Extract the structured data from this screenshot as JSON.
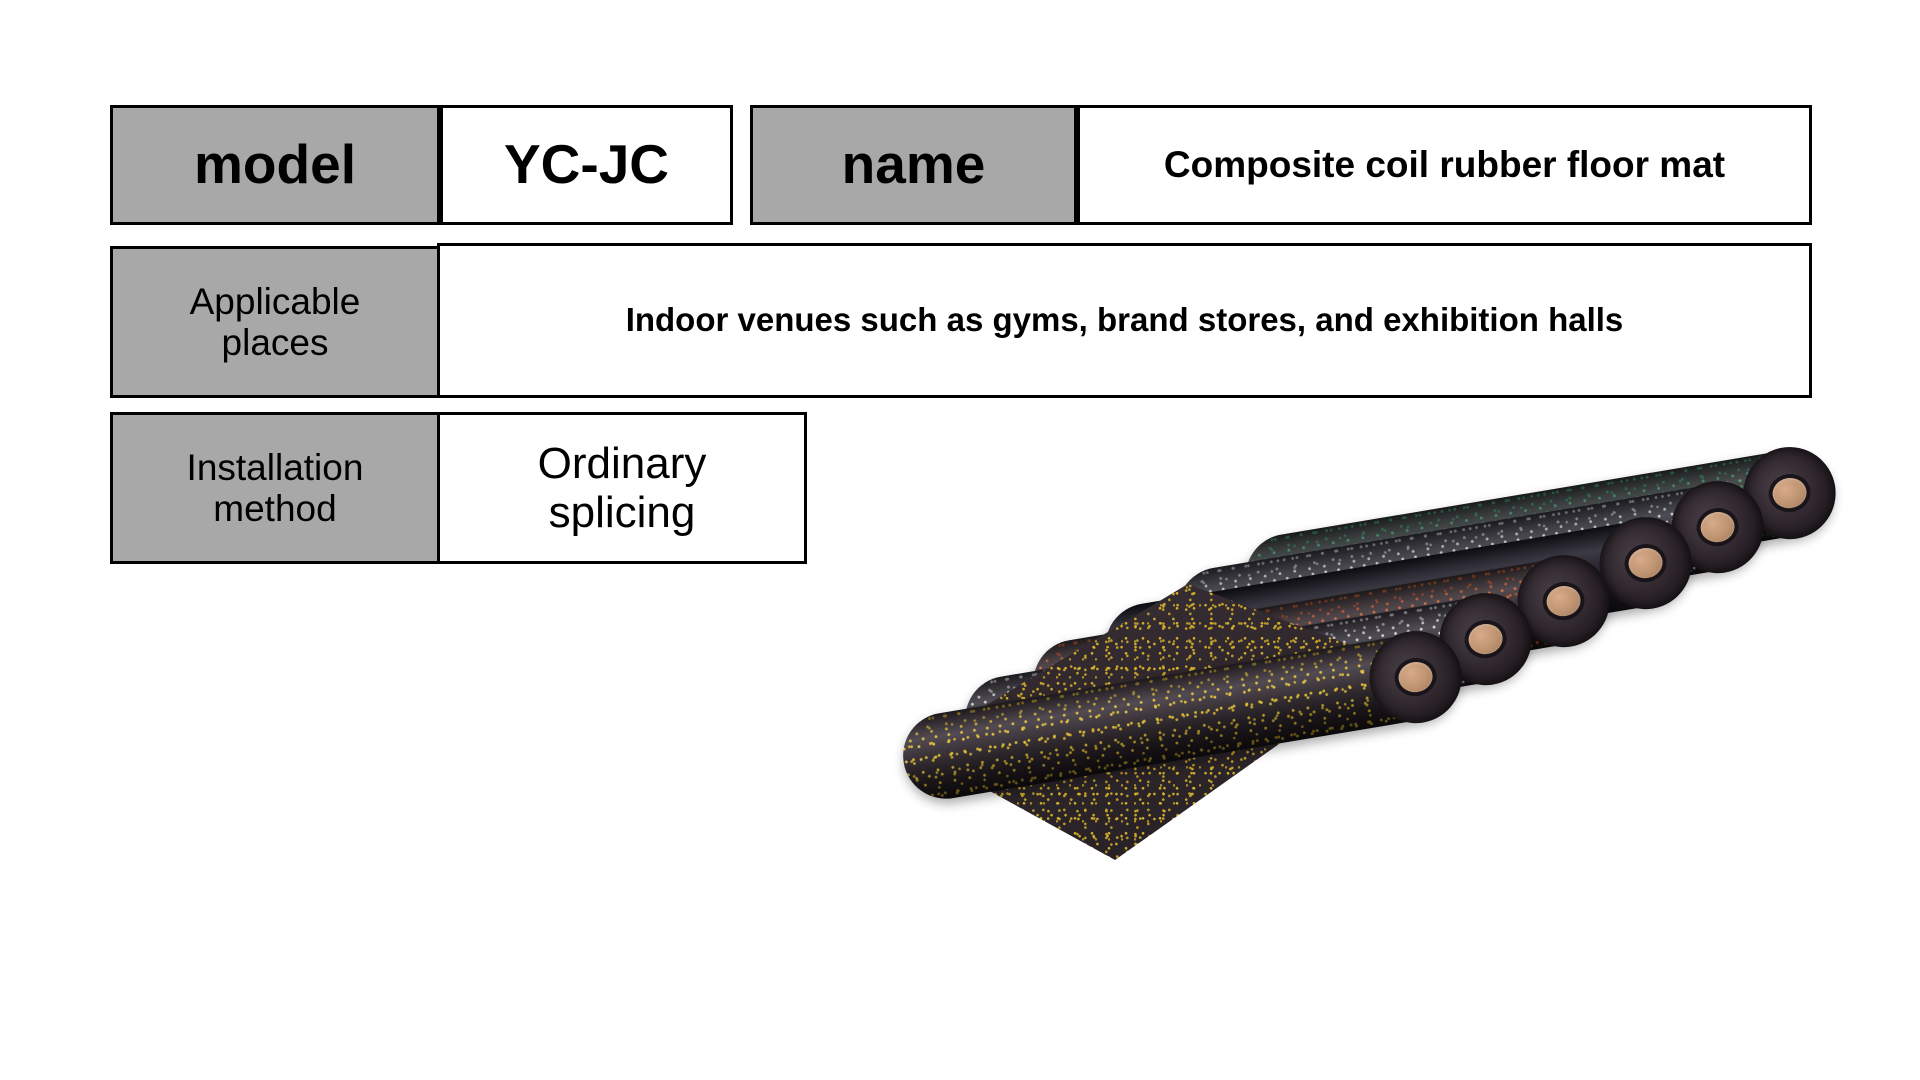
{
  "spec_table": {
    "rows": [
      {
        "id": "row-model-name",
        "cells": [
          {
            "id": "model-label",
            "kind": "label",
            "text": "model"
          },
          {
            "id": "model-value",
            "kind": "value",
            "text": "YC-JC"
          },
          {
            "id": "name-label",
            "kind": "label",
            "text": "name"
          },
          {
            "id": "name-value",
            "kind": "value",
            "text": "Composite coil rubber floor mat"
          }
        ]
      },
      {
        "id": "row-applicable-places",
        "cells": [
          {
            "id": "places-label",
            "kind": "label",
            "text": "Applicable\nplaces"
          },
          {
            "id": "places-value",
            "kind": "value",
            "text": "Indoor venues such as gyms, brand stores, and exhibition halls"
          }
        ]
      },
      {
        "id": "row-installation-method",
        "cells": [
          {
            "id": "install-label",
            "kind": "label",
            "text": "Installation\nmethod"
          },
          {
            "id": "install-value",
            "kind": "value",
            "text": "Ordinary\nsplicing"
          }
        ]
      }
    ],
    "colors": {
      "label_background": "#a8a8a8",
      "value_background": "#ffffff",
      "border": "#000000",
      "text": "#000000"
    }
  },
  "product_photo": {
    "name": "rubber-floor-mat-rolls",
    "description": "Six rolled coils of speckled rubber flooring with one roll unrolled flat in the foreground",
    "background": "#ffffff",
    "unrolled_mat": {
      "name": "unrolled-rubber-mat",
      "base_color": "#2f272c",
      "speckle_color": "#d6b228"
    },
    "rolls": [
      {
        "name": "roll-yellow-speckle",
        "speckle": "yellow",
        "speckle_color": "#dfbd30",
        "base_color": "#2b2429"
      },
      {
        "name": "roll-white-speckle",
        "speckle": "white",
        "speckle_color": "#e2e2e6",
        "base_color": "#2a262e"
      },
      {
        "name": "roll-red-speckle",
        "speckle": "red",
        "speckle_color": "#c8582a",
        "base_color": "#2c2328"
      },
      {
        "name": "roll-blue-speckle",
        "speckle": "blue",
        "speckle_color": "#407ed6",
        "base_color": "#262430"
      },
      {
        "name": "roll-grey-speckle",
        "speckle": "grey",
        "speckle_color": "#ced0d6",
        "base_color": "#27252d"
      },
      {
        "name": "roll-green-speckle",
        "speckle": "green",
        "speckle_color": "#3a9660",
        "base_color": "#242a28"
      }
    ],
    "roll_core_color": "#c09572"
  }
}
